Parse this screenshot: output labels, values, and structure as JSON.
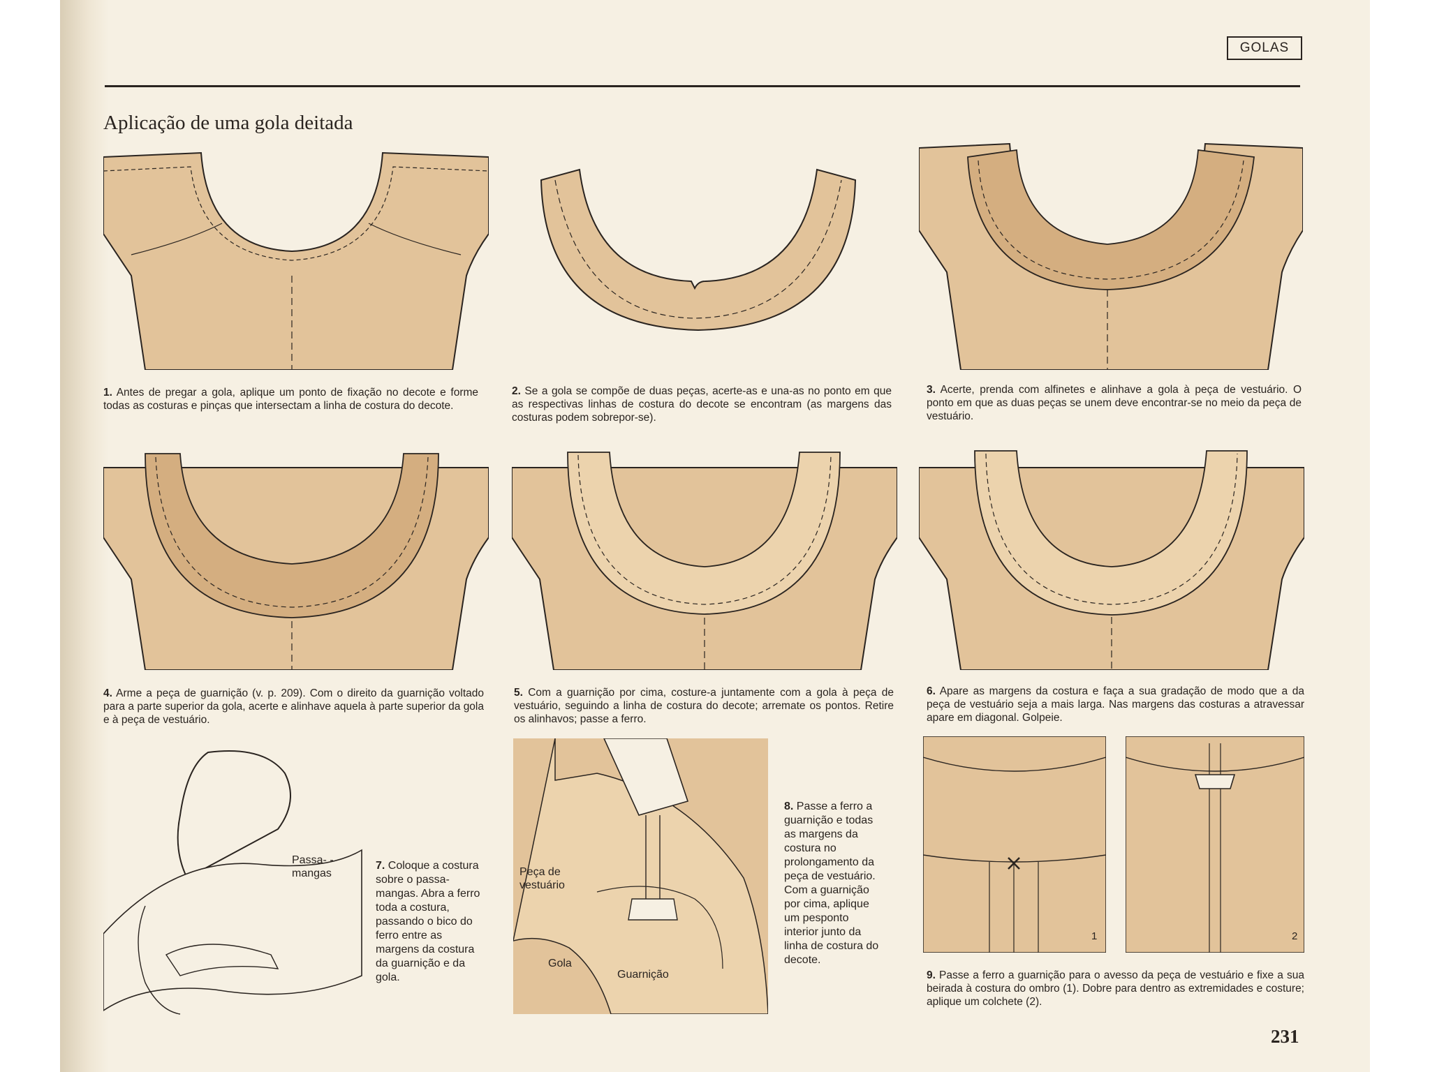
{
  "header": {
    "section_tag": "GOLAS",
    "page_number": "231"
  },
  "title": "Aplicação de uma gola deitada",
  "steps": [
    {
      "num": "1.",
      "text": "Antes de pregar a gola, aplique um ponto de fixação no decote e forme todas as costuras e pinças que intersectam a linha de costura do decote."
    },
    {
      "num": "2.",
      "text": "Se a gola se compõe de duas peças, acerte-as e una-as no ponto em que as respectivas linhas de costura do decote se encontram (as margens das costuras podem sobrepor-se)."
    },
    {
      "num": "3.",
      "text": "Acerte, prenda com alfinetes e alinhave a gola à peça de vestuário. O ponto em que as duas peças se unem deve encontrar-se no meio da peça de vestuário."
    },
    {
      "num": "4.",
      "text": "Arme a peça de guarnição (v. p. 209). Com o direito da guarnição voltado para a parte superior da gola, acerte e alinhave aquela à parte superior da gola e à peça de vestuário."
    },
    {
      "num": "5.",
      "text": "Com a guarnição por cima, costure-a juntamente com a gola à peça de vestuário, seguindo a linha de costura do decote; arremate os pontos. Retire os alinhavos; passe a ferro."
    },
    {
      "num": "6.",
      "text": "Apare as margens da costura e faça a sua gradação de modo que a da peça de vestuário seja a mais larga. Nas margens das costuras a atravessar apare em diagonal. Golpeie."
    },
    {
      "num": "7.",
      "text": "Coloque a costura sobre o passa-mangas. Abra a ferro toda a costura, passando o bico do ferro entre as margens da costura da guarnição e da gola."
    },
    {
      "num": "8.",
      "text": "Passe a ferro a guarnição e todas as margens da costura no prolongamento da peça de vestuário. Com a guarnição por cima, aplique um pesponto interior junto da linha de costura do decote."
    },
    {
      "num": "9.",
      "text": "Passe a ferro a guarnição para o avesso da peça de vestuário e fixe a sua beirada à costura do ombro (1). Dobre para dentro as extremidades e costure; aplique um colchete (2)."
    }
  ],
  "labels": {
    "passa_mangas": "Passa- -mangas",
    "peca_vestuario": "Peça de vestuário",
    "gola": "Gola",
    "guarnicao": "Guarnição",
    "fig_1": "1",
    "fig_2": "2"
  },
  "colors": {
    "fabric": "#e2c39a",
    "fabric_dark": "#d4ae80",
    "line": "#2a2420",
    "paper": "#f6f0e3"
  }
}
